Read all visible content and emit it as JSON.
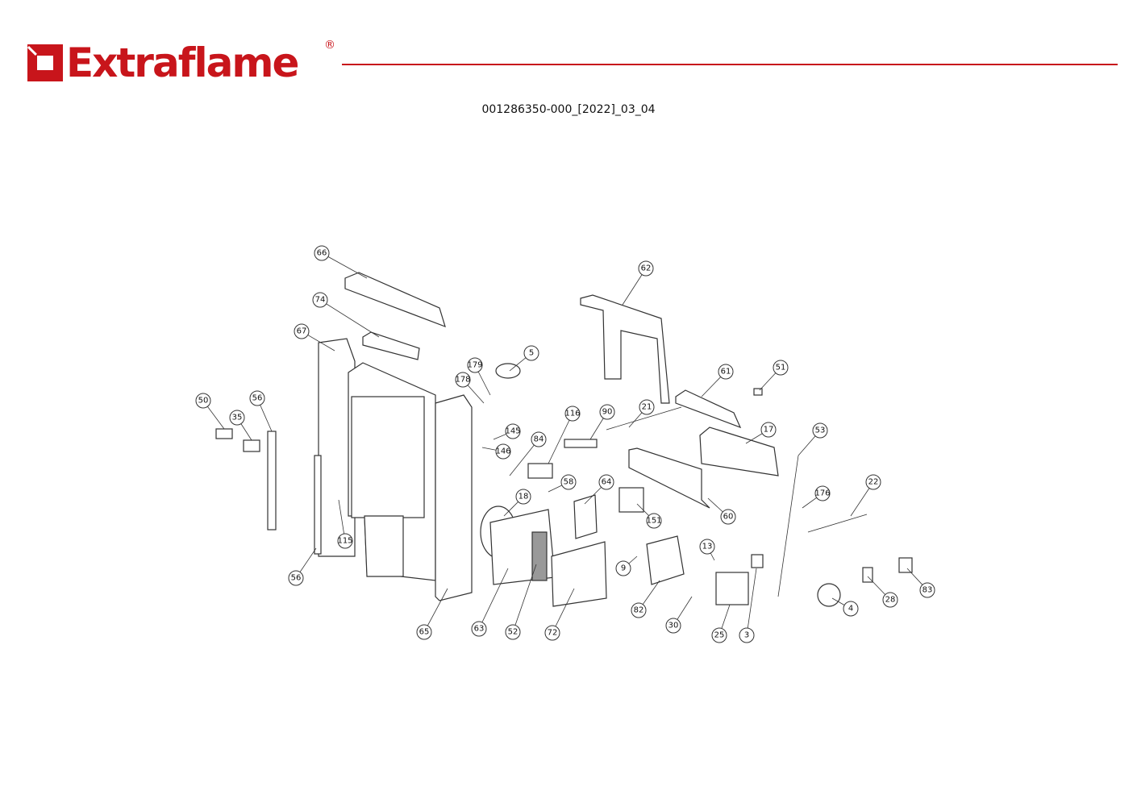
{
  "header": {
    "brand": "Extraflame",
    "registered": "®",
    "document_code": "001286350-000_[2022]_03_04",
    "brand_color": "#c8151b"
  },
  "diagram": {
    "callouts": [
      "66",
      "74",
      "67",
      "50",
      "35",
      "56",
      "56",
      "115",
      "65",
      "63",
      "52",
      "72",
      "18",
      "58",
      "84",
      "146",
      "145",
      "178",
      "179",
      "5",
      "116",
      "90",
      "21",
      "62",
      "61",
      "51",
      "17",
      "53",
      "22",
      "176",
      "64",
      "151",
      "60",
      "9",
      "82",
      "13",
      "30",
      "25",
      "3",
      "4",
      "28",
      "83"
    ]
  }
}
